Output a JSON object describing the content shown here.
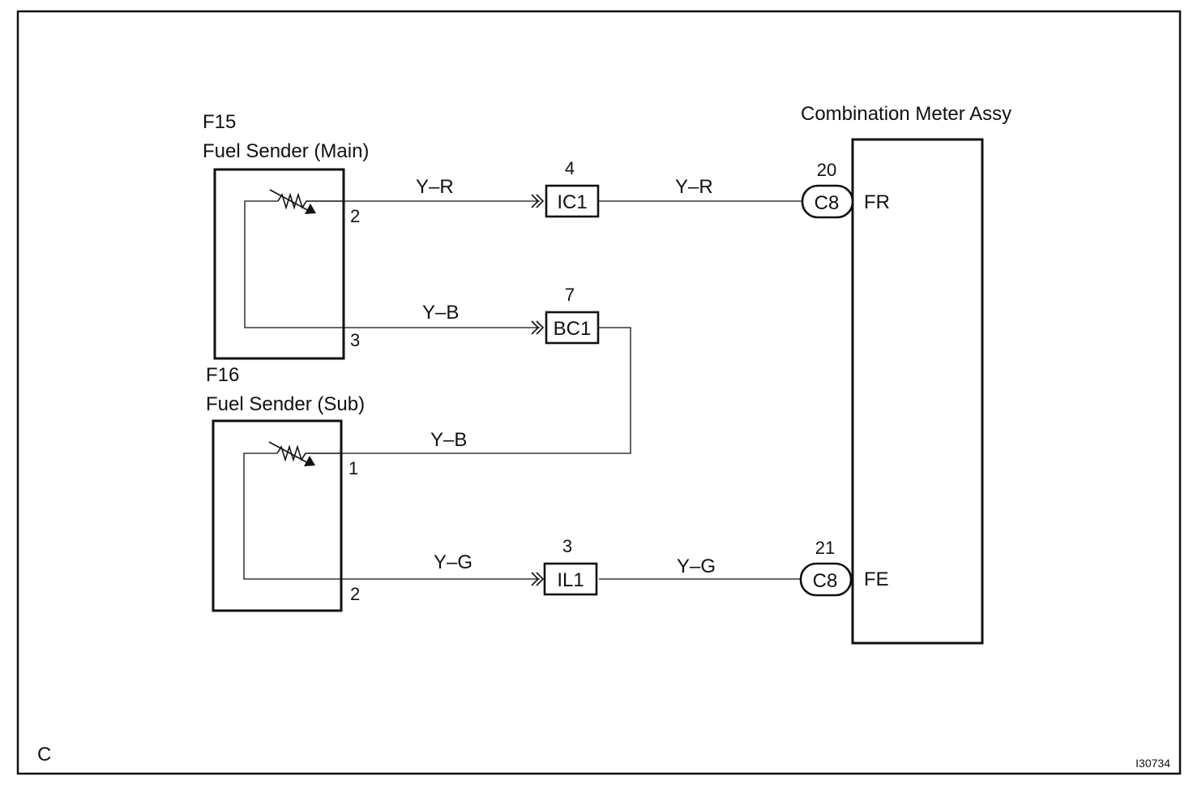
{
  "corner_label": "C",
  "figure_id": "I30734",
  "meter": {
    "title": "Combination Meter Assy",
    "pins": [
      {
        "connector": "C8",
        "pin": "20",
        "terminal": "FR"
      },
      {
        "connector": "C8",
        "pin": "21",
        "terminal": "FE"
      }
    ]
  },
  "sender_main": {
    "code": "F15",
    "name": "Fuel Sender (Main)",
    "pins": [
      "2",
      "3"
    ]
  },
  "sender_sub": {
    "code": "F16",
    "name": "Fuel Sender (Sub)",
    "pins": [
      "1",
      "2"
    ]
  },
  "junctions": [
    {
      "name": "IC1",
      "pin": "4"
    },
    {
      "name": "BC1",
      "pin": "7"
    },
    {
      "name": "IL1",
      "pin": "3"
    }
  ],
  "wires": {
    "fr_left": "Y–R",
    "fr_right": "Y–R",
    "main_ground": "Y–B",
    "sub_ground": "Y–B",
    "fe_left": "Y–G",
    "fe_right": "Y–G"
  }
}
